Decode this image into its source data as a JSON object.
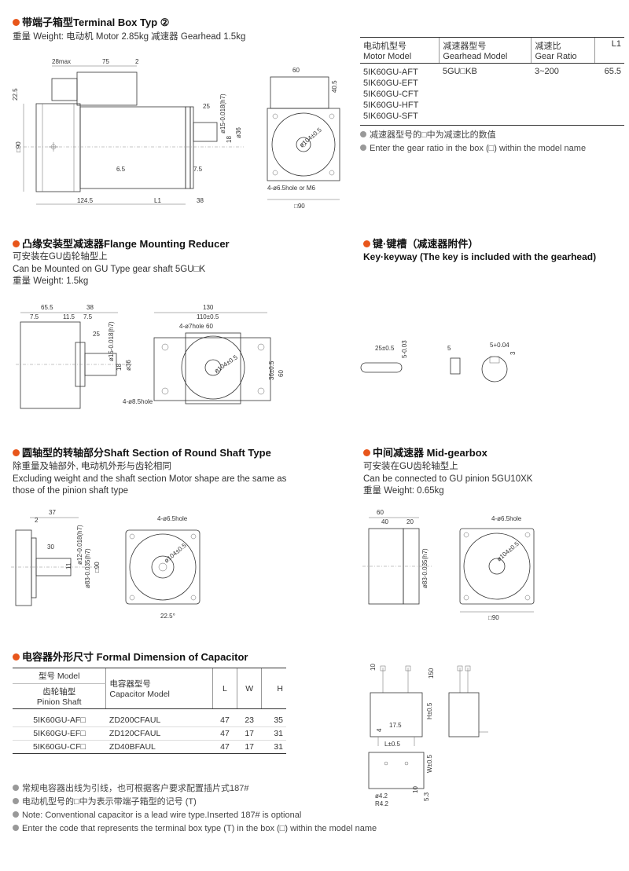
{
  "terminal": {
    "title": "带端子箱型Terminal Box Typ ②",
    "weight": "重量 Weight: 电动机 Motor 2.85kg  减速器 Gearhead 1.5kg",
    "dims": {
      "d28max": "28max",
      "d75": "75",
      "d2": "2",
      "d60": "60",
      "d22_5": "22.5",
      "d25": "25",
      "d40_5": "40.5",
      "d90": "□90",
      "d15": "ø15-0.018(h7)",
      "d18": "18",
      "d36": "ø36",
      "d104": "ø104±0.5",
      "d124_5": "124.5",
      "d6_5": "6.5",
      "dL1": "L1",
      "d7_5": "7.5",
      "d38": "38",
      "hole": "4-ø6.5hole or M6",
      "d90b": "□90"
    }
  },
  "model_table": {
    "headers": [
      [
        "电动机型号",
        "Motor Model"
      ],
      [
        "减速器型号",
        "Gearhead Model"
      ],
      [
        "减速比",
        "Gear Ratio"
      ],
      [
        "L1",
        ""
      ]
    ],
    "motor_models": [
      "5IK60GU-AFT",
      "5IK60GU-EFT",
      "5IK60GU-CFT",
      "5IK60GU-HFT",
      "5IK60GU-SFT"
    ],
    "gearhead": "5GU□KB",
    "ratio": "3~200",
    "l1": "65.5",
    "notes": [
      "减速器型号的□中为减速比的数值",
      "Enter the gear ratio in the box (□) within the model name"
    ]
  },
  "flange": {
    "title": "凸缘安装型减速器Flange Mounting Reducer",
    "lines": [
      "可安装在GU齿轮轴型上",
      "Can be Mounted on GU Type gear shaft 5GU□K",
      "重量 Weight: 1.5kg"
    ],
    "dims": {
      "d65_5": "65.5",
      "d38": "38",
      "d7_5a": "7.5",
      "d11_5": "11.5",
      "d7_5b": "7.5",
      "d25": "25",
      "d15": "ø15-0.018(h7)",
      "d18": "18",
      "d36": "ø36",
      "d130": "130",
      "d110": "110±0.5",
      "d7hole": "4-ø7hole",
      "d60": "60",
      "d104": "ø104±0.5",
      "d36b": "36±0.5",
      "d60b": "60",
      "d8hole": "4-ø8.5hole"
    }
  },
  "key": {
    "title": "键·键槽（减速器附件）",
    "subtitle": "Key·keyway (The key is included with the gearhead)",
    "dims": {
      "d25": "25±0.5",
      "d5a": "5-0.03",
      "d5b": "5",
      "d5c": "5+0.04",
      "d3": "3"
    }
  },
  "round": {
    "title": "圆轴型的转轴部分Shaft Section of Round Shaft Type",
    "lines": [
      "除重量及轴部外, 电动机外形与齿轮相同",
      "Excluding weight and the shaft section Motor shape are the same as",
      "those of the pinion shaft type"
    ],
    "dims": {
      "d37": "37",
      "d2": "2",
      "d30": "30",
      "d12": "ø12-0.018(h7)",
      "d83": "ø83-0.035(h7)",
      "d90": "□90",
      "d11": "11",
      "d6_5": "4-ø6.5hole",
      "d104": "ø104±0.5",
      "d22_5": "22.5°"
    }
  },
  "mid": {
    "title": "中间减速器 Mid-gearbox",
    "lines": [
      "可安装在GU齿轮轴型上",
      "Can be connected to GU pinion 5GU10XK",
      "重量 Weight: 0.65kg"
    ],
    "dims": {
      "d60": "60",
      "d40": "40",
      "d20": "20",
      "d83": "ø83-0.035(h7)",
      "d6_5": "4-ø6.5hole",
      "d104": "ø104±0.5",
      "d90": "□90"
    }
  },
  "capacitor": {
    "title": "电容器外形尺寸 Formal Dimension of Capacitor",
    "headers": {
      "model": "型号 Model",
      "pinion_cn": "齿轮轴型",
      "pinion_en": "Pinion Shaft",
      "cap_cn": "电容器型号",
      "cap_en": "Capacitor Model",
      "L": "L",
      "W": "W",
      "H": "H"
    },
    "rows": [
      {
        "model": "5IK60GU-AF□",
        "cap": "ZD200CFAUL",
        "L": "47",
        "W": "23",
        "H": "35"
      },
      {
        "model": "5IK60GU-EF□",
        "cap": "ZD120CFAUL",
        "L": "47",
        "W": "17",
        "H": "31"
      },
      {
        "model": "5IK60GU-CF□",
        "cap": "ZD40BFAUL",
        "L": "47",
        "W": "17",
        "H": "31"
      }
    ],
    "notes": [
      "常规电容器出线为引线，也可根据客户要求配置插片式187#",
      "电动机型号的□中为表示带端子箱型的记号 (T)",
      "Note: Conventional capacitor is a lead wire type.Inserted 187# is optional",
      "Enter the code that represents the terminal box type (T) in the box (□) within the model name"
    ],
    "dims": {
      "d10": "10",
      "d150": "150",
      "d17_5": "17.5",
      "d4": "4",
      "dH": "H±0.5",
      "dL": "L±0.5",
      "dW": "W±0.5",
      "d4_2": "ø4.2",
      "dR4_2": "R4.2",
      "d5_3": "5.3",
      "d10b": "10"
    }
  },
  "colors": {
    "accent": "#e8561b"
  }
}
